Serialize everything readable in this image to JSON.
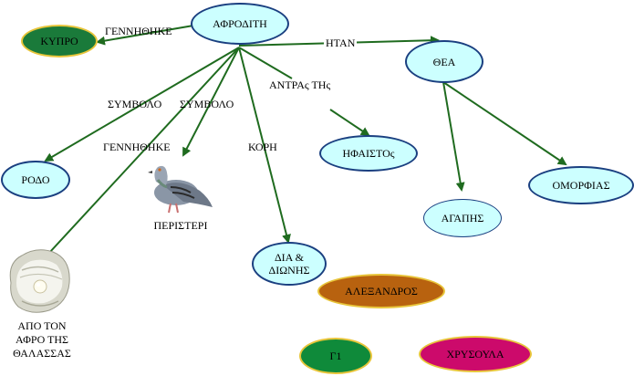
{
  "nodes": {
    "afroditi": "ΑΦΡΟΔΙΤΗ",
    "kypro": "ΚΥΠΡΟ",
    "thea": "ΘΕΑ",
    "rodo": "ΡΟΔΟ",
    "ifaistos": "ΗΦΑΙΣΤΟς",
    "agapis": "ΑΓΑΠΗΣ",
    "omorfias": "ΟΜΟΡΦΙΑΣ",
    "dia": "ΔΙΑ &\nΔΙΩΝΗΣ",
    "alexandros": "ΑΛΕΞΑΝΔΡΟΣ",
    "g1": "Γ1",
    "chrysoula": "ΧΡΥΣΟΥΛΑ"
  },
  "edge_labels": {
    "gennithike1": "ΓΕΝΝΗΘΗΚΕ",
    "itan": "ΗΤΑΝ",
    "antras": "ΑΝΤΡΑς ΤΗς",
    "symvolo1": "ΣΥΜΒΟΛΟ",
    "symvolo2": "ΣΥΜΒΟΛΟ",
    "gennithike2": "ΓΕΝΝΗΘΗΚΕ",
    "kori": "ΚΟΡΗ"
  },
  "images": {
    "peristeri_caption": "ΠΕΡΙΣΤΕΡΙ",
    "afros_caption": "ΑΠΟ ΤΟΝ\nΑΦΡΟ ΤΗΣ\nΘΑΛΑΣΣΑΣ"
  },
  "colors": {
    "edge": "#1f6b1f",
    "node_fill": "#ccffff",
    "node_border": "#1a3f80"
  }
}
